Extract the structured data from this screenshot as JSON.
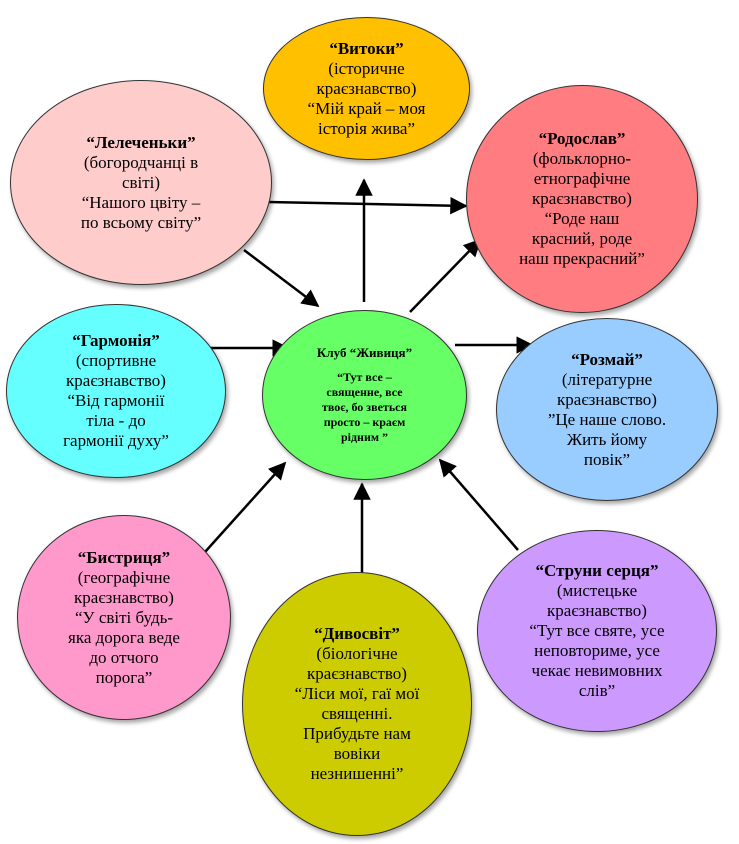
{
  "nodes": {
    "vytoky": {
      "color": "#ffc000",
      "lines": [
        "“Витоки”",
        "(історичне",
        "краєзнавство)",
        "“Мій край – моя",
        "історія жива”"
      ]
    },
    "lelechenky": {
      "color": "#ffcccc",
      "lines": [
        "“Лелеченьки”",
        "(богородчанці в",
        "світі)",
        "“Нашого цвіту –",
        "по всьому світу”"
      ]
    },
    "rodoslav": {
      "color": "#ff7c80",
      "lines": [
        "“Родослав”",
        "(фольклорно-",
        "етнографічне",
        "краєзнавство)",
        "“Роде наш",
        "красний, роде",
        "наш прекрасний”"
      ]
    },
    "harmoniia": {
      "color": "#66ffff",
      "lines": [
        "“Гармонія”",
        "(спортивне",
        "краєзнавство)",
        "“Від гармонії",
        "тіла - до",
        "гармонії духу”"
      ]
    },
    "center": {
      "color": "#66ff66",
      "lines": [
        "Клуб “Живиця”",
        "“Тут все –",
        "священне, все",
        "твоє, бо зветься",
        "просто – краєм",
        "рідним ”"
      ]
    },
    "rozmai": {
      "color": "#99ccff",
      "lines": [
        "“Розмай”",
        "(літературне",
        "краєзнавство)",
        "”Це наше слово.",
        "Жить йому",
        "повік”"
      ]
    },
    "bystrytsia": {
      "color": "#ff99cc",
      "lines": [
        "“Бистриця”",
        "(географічне",
        "краєзнавство)",
        "“У світі будь-",
        "яка дорога веде",
        "до отчого",
        "порога”"
      ]
    },
    "dyvosvit": {
      "color": "#cccc00",
      "lines": [
        "“Дивосвіт”",
        "(біологічне",
        "краєзнавство)",
        "“Ліси мої, гаї мої",
        "священні.",
        "Прибудьте нам",
        "вовіки",
        "незнишенні”"
      ]
    },
    "struny": {
      "color": "#cc99ff",
      "lines": [
        "“Струни серця”",
        "(мистецьке",
        "краєзнавство)",
        "“Тут все святе, усе",
        "неповториме, усе",
        "чекає невимовних",
        "слів”"
      ]
    }
  }
}
